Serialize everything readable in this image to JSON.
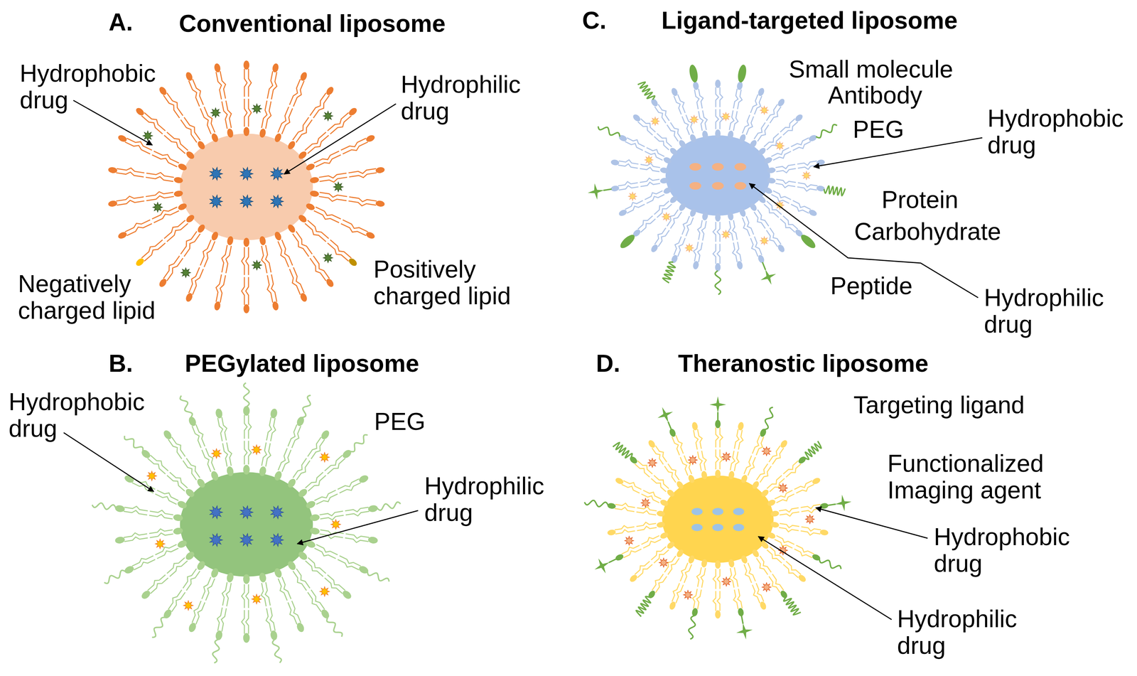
{
  "diagram": {
    "labels": [
      "A.",
      "Conventional liposome",
      "Hydrophobic drug",
      "Hydrophilic drug",
      "Negatively charged lipid",
      "Positively charged lipid",
      "C.",
      "Ligand-targeted liposome",
      "Small molecule",
      "Antibody",
      "PEG",
      "Hydrophobic drug",
      "Protein",
      "Carbohydrate",
      "Peptide",
      "Hydrophilic drug",
      "B.",
      "PEGylated liposome",
      "Hydrophobic drug",
      "PEG",
      "Hydrophilic drug",
      "D.",
      "Theranostic liposome",
      "Targeting ligand",
      "Functionalized Imaging agent",
      "Hydrophobic drug",
      "Hydrophilic drug"
    ]
  }
}
